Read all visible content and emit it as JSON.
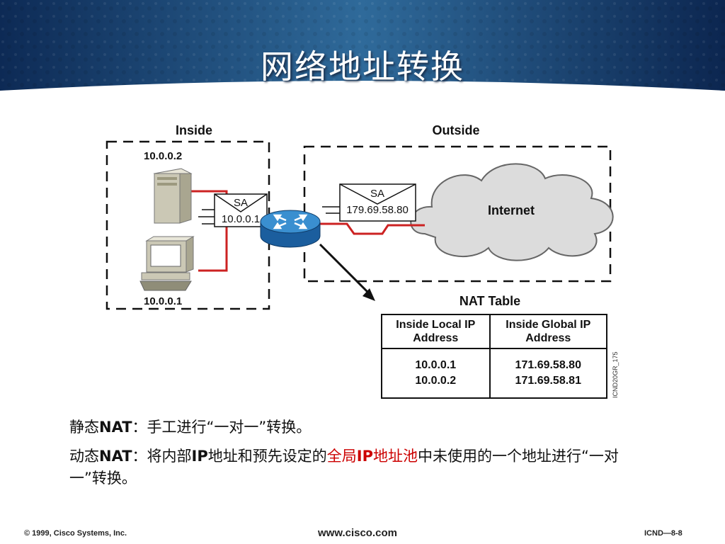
{
  "slide": {
    "title": "网络地址转换"
  },
  "diagram": {
    "inside_label": "Inside",
    "outside_label": "Outside",
    "server_ip": "10.0.0.2",
    "pc_ip": "10.0.0.1",
    "inside_packet": {
      "label": "SA",
      "address": "10.0.0.1"
    },
    "outside_packet": {
      "label": "SA",
      "address": "179.69.58.80"
    },
    "cloud_label": "Internet",
    "figure_code": "ICND20GR_175",
    "line_color": "#cc2222"
  },
  "nat_table": {
    "title": "NAT Table",
    "headers": [
      "Inside Local IP Address",
      "Inside Global IP Address"
    ],
    "local": [
      "10.0.0.1",
      "10.0.0.2"
    ],
    "global": [
      "171.69.58.80",
      "171.69.58.81"
    ]
  },
  "bullets": {
    "b1_prefix": "静态",
    "b1_bold": "NAT",
    "b1_rest": "：手工进行“一对一”转换。",
    "b2_prefix": "动态",
    "b2_bold": "NAT",
    "b2_mid1": "：将内部",
    "b2_bold2": "IP",
    "b2_mid2": "地址和预先设定的",
    "b2_red1": "全局",
    "b2_red_bold": "IP",
    "b2_red2": "地址池",
    "b2_rest": "中未使用的一个地址进行“一对一”转换。"
  },
  "footer": {
    "copyright": "© 1999, Cisco Systems, Inc.",
    "website": "www.cisco.com",
    "page": "ICND—8-8"
  }
}
